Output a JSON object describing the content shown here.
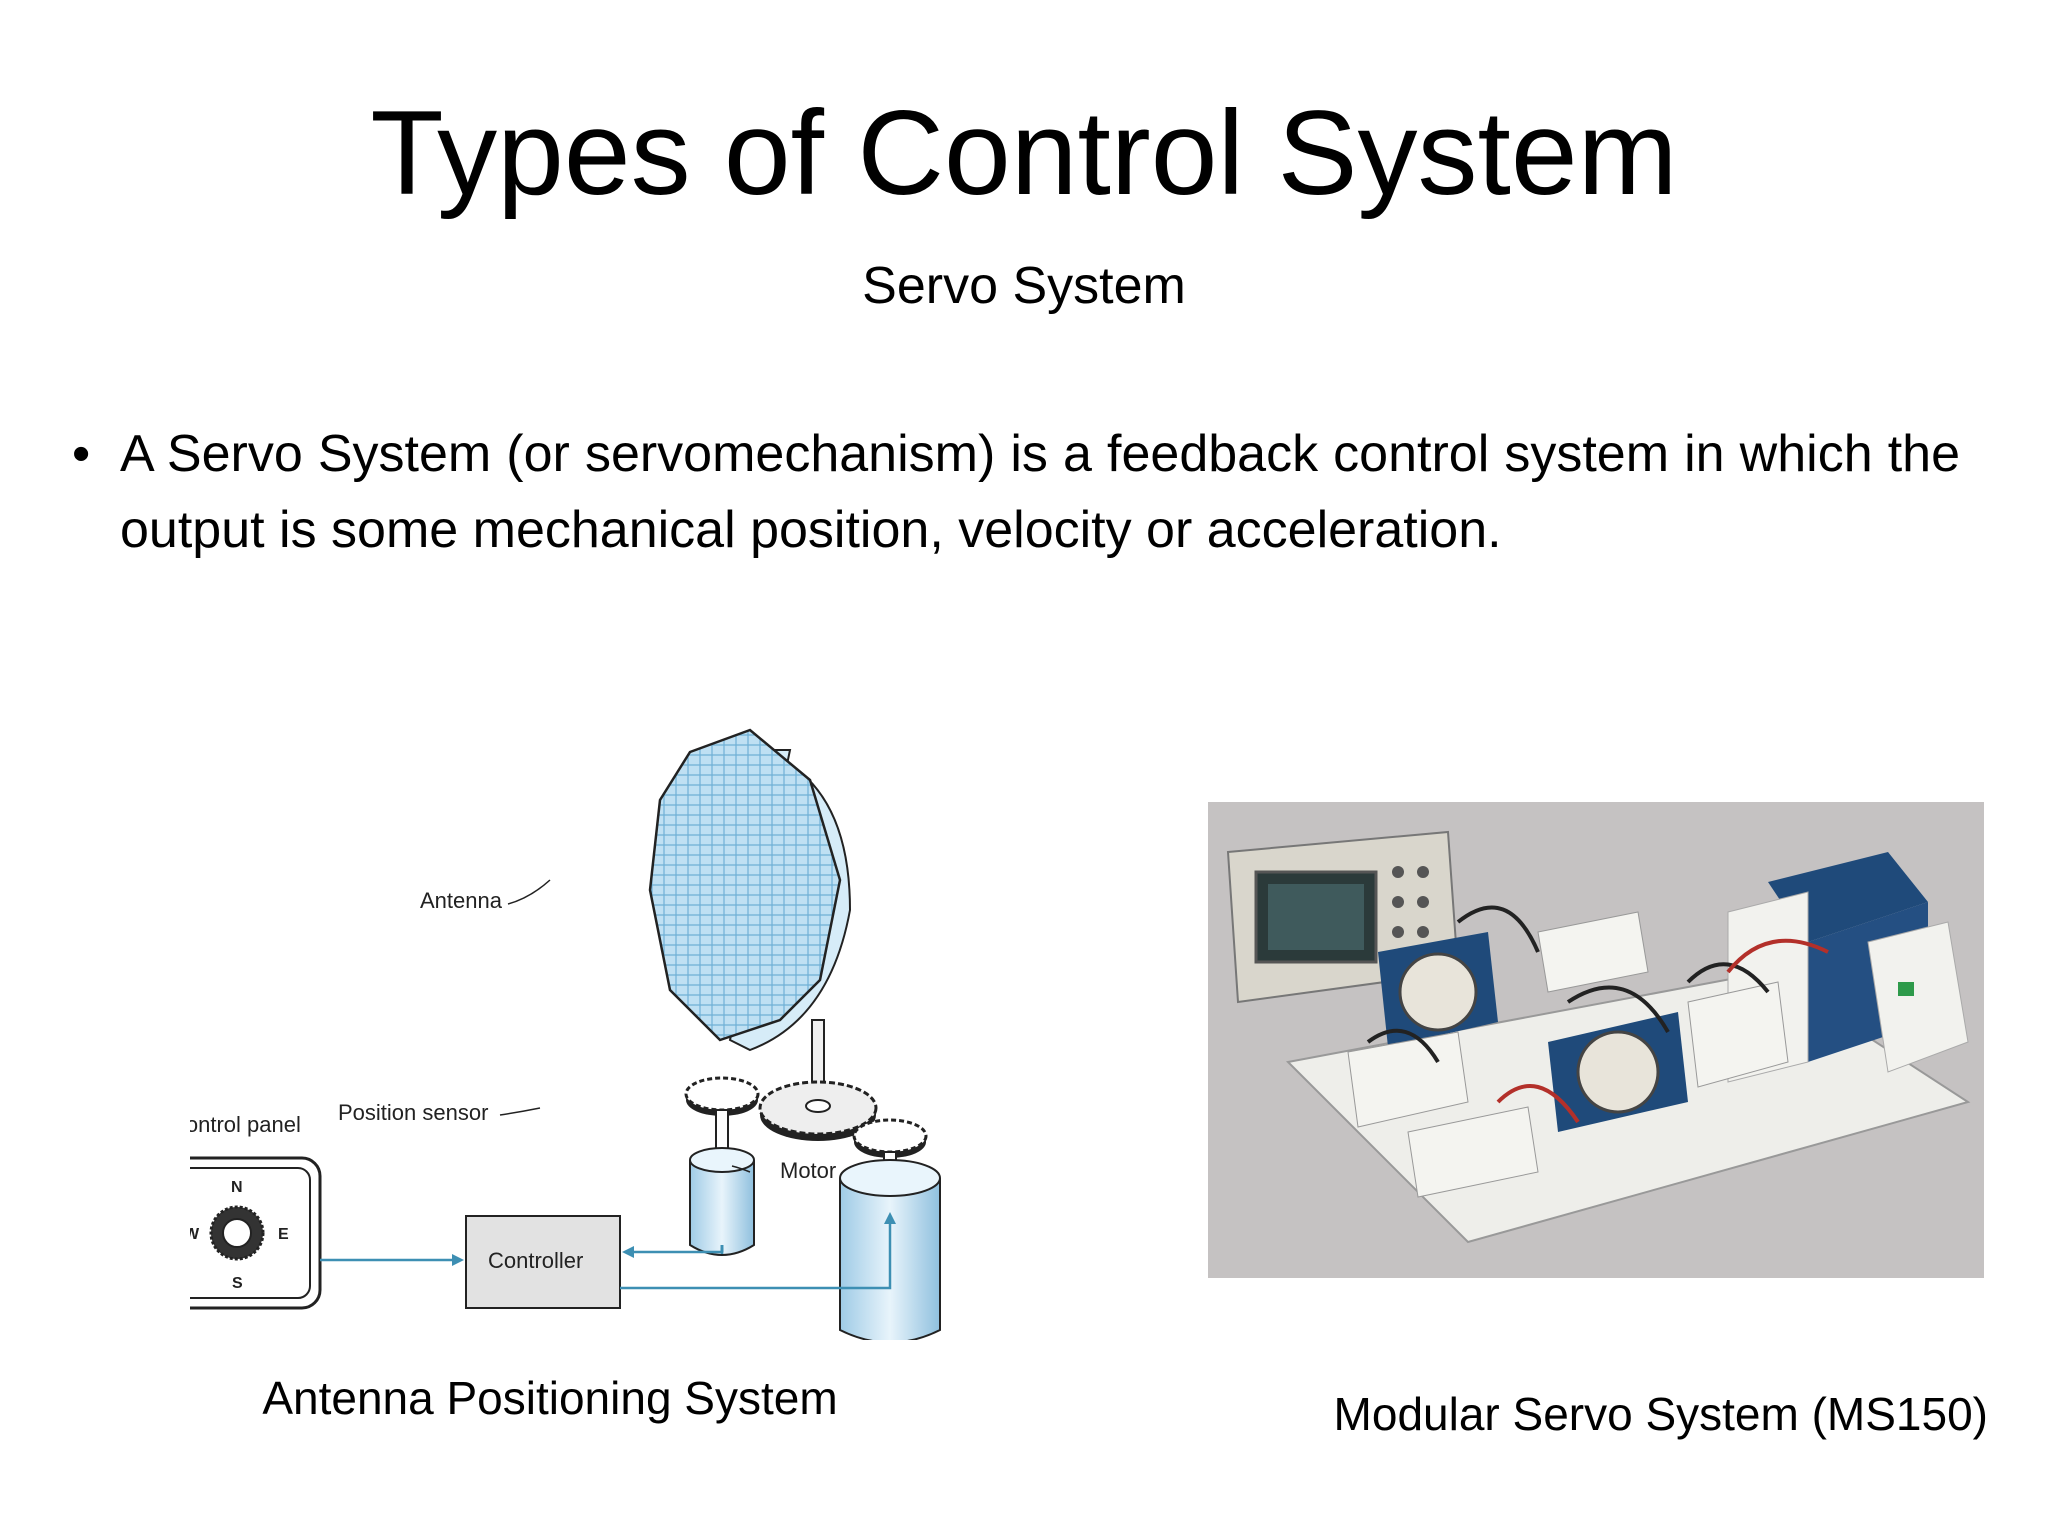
{
  "slide": {
    "title": "Types of Control System",
    "subtitle": "Servo System",
    "bullet": "A Servo System (or servomechanism) is a feedback control system in which the output is some mechanical position, velocity or acceleration."
  },
  "diagram": {
    "labels": {
      "antenna": "Antenna",
      "position_sensor": "Position sensor",
      "motor": "Motor",
      "control_panel": "Control panel",
      "controller": "Controller",
      "north": "N",
      "south": "S",
      "east": "E",
      "west": "W"
    },
    "caption": "Antenna Positioning System"
  },
  "photo": {
    "caption": "Modular Servo System (MS150)"
  },
  "colors": {
    "antenna_fill": "#bfe0f3",
    "cylinder_fill": "#cfe8f7",
    "signal_line": "#3d8fb3",
    "controller_fill": "#e2e2e2",
    "photo_background": "#c5c2c2",
    "equipment_blue": "#1f4a7a"
  }
}
